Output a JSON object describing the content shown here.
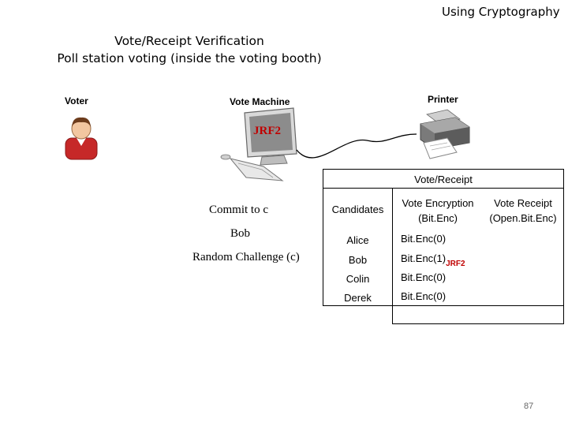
{
  "header": {
    "section": "Using Cryptography"
  },
  "title": {
    "line1": "Vote/Receipt Verification",
    "line2": "Poll station voting (inside the voting booth)"
  },
  "labels": {
    "voter": "Voter",
    "machine": "Vote Machine",
    "printer": "Printer"
  },
  "machine_screen_text": "JRF2",
  "commit": {
    "commit_label": "Commit to c",
    "candidate": "Bob",
    "challenge": "Random Challenge (c)"
  },
  "receipt": {
    "title": "Vote/Receipt",
    "headers": {
      "candidates": "Candidates",
      "encryption": "Vote Encryption (Bit.Enc)",
      "receipt": "Vote Receipt (Open.Bit.Enc)"
    },
    "rows": [
      {
        "candidate": "Alice",
        "enc": "Bit.Enc(0)",
        "mark": ""
      },
      {
        "candidate": "Bob",
        "enc": "Bit.Enc(1)",
        "mark": "JRF2"
      },
      {
        "candidate": "Colin",
        "enc": "Bit.Enc(0)",
        "mark": ""
      },
      {
        "candidate": "Derek",
        "enc": "Bit.Enc(0)",
        "mark": ""
      }
    ]
  },
  "page_number": "87",
  "colors": {
    "accent_red": "#c00000",
    "voter_shirt": "#c62828"
  }
}
